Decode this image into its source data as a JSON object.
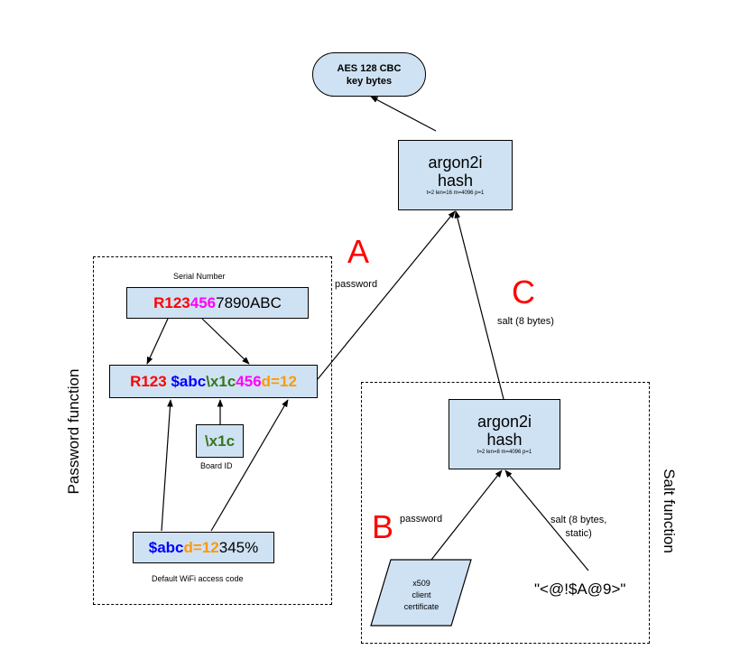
{
  "colors": {
    "box_fill": "#cfe2f3",
    "red": "#ff0000",
    "magenta": "#ff00ff",
    "blue": "#0000ff",
    "green": "#38761d",
    "orange": "#ff9900",
    "black": "#000000"
  },
  "nodes": {
    "aes_key": {
      "line1": "AES 128 CBC",
      "line2": "key bytes"
    },
    "argon_top": {
      "line1": "argon2i",
      "line2": "hash",
      "params": "t=2 len=16 m=4096 p=1"
    },
    "argon_salt": {
      "line1": "argon2i",
      "line2": "hash",
      "params": "t=2 len=8 m=4096 p=1"
    },
    "serial": {
      "caption": "Serial Number",
      "segments": [
        {
          "text": "R",
          "color": "red",
          "bold": true
        },
        {
          "text": "123",
          "color": "red",
          "bold": true
        },
        {
          "text": "456",
          "color": "magenta",
          "bold": true
        },
        {
          "text": "7890ABC",
          "color": "black",
          "bold": false
        }
      ]
    },
    "password_string": {
      "segments": [
        {
          "text": "R123",
          "color": "red"
        },
        {
          "text": " ",
          "color": "black"
        },
        {
          "text": "$abc",
          "color": "blue"
        },
        {
          "text": "\\x1c",
          "color": "green"
        },
        {
          "text": "456",
          "color": "magenta"
        },
        {
          "text": "d=12",
          "color": "orange"
        }
      ]
    },
    "board_id": {
      "value": "\\x1c",
      "caption": "Board ID"
    },
    "wifi_code": {
      "caption": "Default WiFi access code",
      "segments": [
        {
          "text": "$abc",
          "color": "blue",
          "bold": true
        },
        {
          "text": "d=12",
          "color": "orange",
          "bold": true
        },
        {
          "text": "345%",
          "color": "black",
          "bold": false
        }
      ]
    },
    "certificate": {
      "line1": "x509",
      "line2": "client",
      "line3": "certificate"
    },
    "static_salt": {
      "value": "\"<@!$A@9>\""
    }
  },
  "groups": {
    "password_function": {
      "label": "Password function"
    },
    "salt_function": {
      "label": "Salt function"
    }
  },
  "edge_labels": {
    "password_a": "password",
    "salt_c": "salt (8 bytes)",
    "password_b": "password",
    "salt_static_line1": "salt (8 bytes,",
    "salt_static_line2": "static)"
  },
  "markers": {
    "a": "A",
    "b": "B",
    "c": "C"
  }
}
